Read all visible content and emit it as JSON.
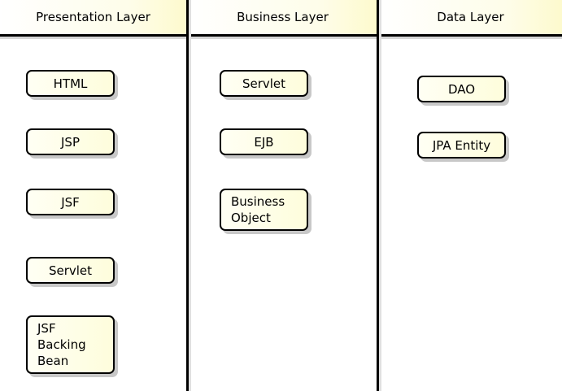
{
  "lanes": [
    {
      "title": "Presentation Layer"
    },
    {
      "title": "Business Layer"
    },
    {
      "title": "Data Layer"
    }
  ],
  "presentation_items": [
    "HTML",
    "JSP",
    "JSF",
    "Servlet",
    "JSF\nBacking\nBean"
  ],
  "business_items": [
    "Servlet",
    "EJB",
    "Business\nObject"
  ],
  "data_items": [
    "DAO",
    "JPA Entity"
  ],
  "colors": {
    "header_fill": "#fdfacd",
    "box_fill": "#fefddc",
    "line": "#000000",
    "shadow": "#c8c8c8"
  }
}
